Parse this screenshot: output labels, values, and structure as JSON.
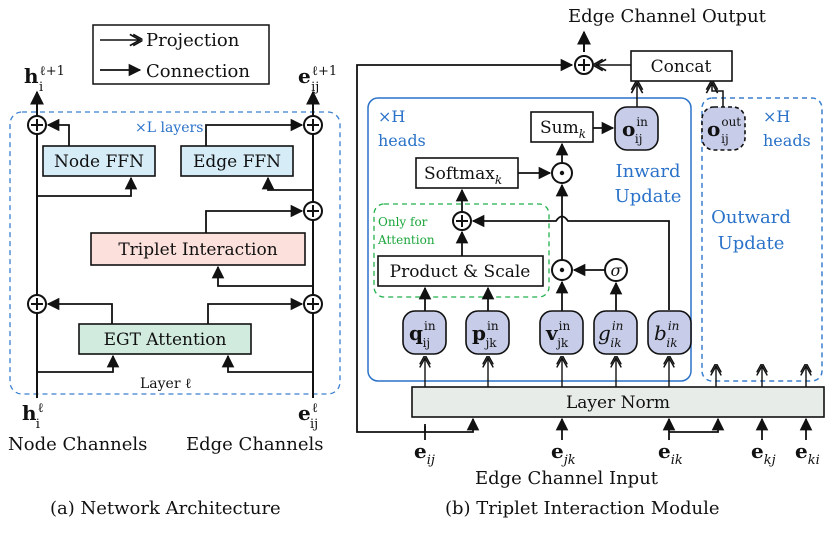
{
  "colors": {
    "node_ffn_fill": "#d6ecf7",
    "edge_ffn_fill": "#d6ecf7",
    "triplet_fill": "#fbe0dc",
    "attention_fill": "#d2ebdf",
    "layernorm_fill": "#e8ece8",
    "vector_fill": "#c7cce8",
    "dashed_blue": "#3a7fcf",
    "dashed_green": "#22b14c",
    "text_blue": "#2a72c9",
    "text_green": "#1aa53b"
  },
  "legend": {
    "projection": "Projection",
    "connection": "Connection"
  },
  "left": {
    "h_out_main": "h",
    "h_out_sub": "i",
    "h_out_sup": "ℓ+1",
    "e_out_main": "e",
    "e_out_sub": "ij",
    "e_out_sup": "ℓ+1",
    "layers_label": "×L layers",
    "node_ffn": "Node FFN",
    "edge_ffn": "Edge FFN",
    "triplet": "Triplet Interaction",
    "egt": "EGT Attention",
    "layer_label": "Layer ℓ",
    "h_in_main": "h",
    "h_in_sub": "i",
    "h_in_sup": "ℓ",
    "e_in_main": "e",
    "e_in_sub": "ij",
    "e_in_sup": "ℓ",
    "node_channels": "Node Channels",
    "edge_channels": "Edge Channels",
    "caption": "(a) Network Architecture"
  },
  "right": {
    "output_title": "Edge Channel Output",
    "concat": "Concat",
    "heads_left_mult": "×H",
    "heads_left": "heads",
    "sum": "Sum",
    "sum_sub": "k",
    "o_in_main": "o",
    "o_in_sup": "in",
    "o_in_sub": "ij",
    "o_out_main": "o",
    "o_out_sup": "out",
    "o_out_sub": "ij",
    "heads_right_mult": "×H",
    "heads_right": "heads",
    "softmax": "Softmax",
    "softmax_sub": "k",
    "inward_1": "Inward",
    "inward_2": "Update",
    "only_for_1": "Only for",
    "only_for_2": "Attention",
    "outward_1": "Outward",
    "outward_2": "Update",
    "product_scale": "Product & Scale",
    "sigma": "σ",
    "q_main": "q",
    "q_sup": "in",
    "q_sub": "ij",
    "p_main": "p",
    "p_sup": "in",
    "p_sub": "jk",
    "v_main": "v",
    "v_sup": "in",
    "v_sub": "jk",
    "g_main": "g",
    "g_sup": "in",
    "g_sub": "ik",
    "b_main": "b",
    "b_sup": "in",
    "b_sub": "ik",
    "layer_norm": "Layer Norm",
    "e1_main": "e",
    "e1_sub": "ij",
    "e2_main": "e",
    "e2_sub": "jk",
    "e3_main": "e",
    "e3_sub": "ik",
    "e4_main": "e",
    "e4_sub": "kj",
    "e5_main": "e",
    "e5_sub": "ki",
    "input_title": "Edge Channel Input",
    "caption": "(b) Triplet Interaction Module"
  }
}
